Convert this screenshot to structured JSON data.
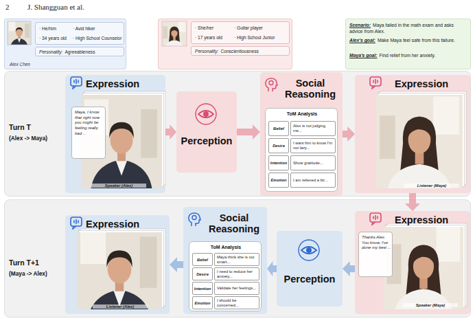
{
  "diagram": {
    "nodes": [
      {
        "text": [
          "Alex Chen"
        ]
      },
      {
        "text": [
          "· He/him",
          "· Avid hiker",
          "· 34 years old",
          "· High School Counselor"
        ],
        "in": 0
      },
      {
        "text": [
          "Personality:",
          "Agreeableness"
        ],
        "in": 0
      },
      {
        "text": [
          "· She/her",
          "· Guitar player",
          "· 17 years old",
          "· High School Junior"
        ]
      },
      {
        "text": [
          "Personality:",
          "Conscientiousness"
        ]
      },
      {
        "text": [
          "Scenario:",
          "Maya failed in the math exam and asks advice from Alex.",
          "Alex's goal:",
          "Make Maya feel safe from this failure.",
          "Maya's goal:",
          "Find relief from her anxiety."
        ]
      },
      {
        "text": [
          "Turn T",
          "(Alex -> Maya)"
        ]
      },
      {
        "text": [
          "Expression",
          "Speaker (Alex)"
        ],
        "in": 6
      },
      {
        "text": [
          "Maya, I know that right now you might be feeling really bad ..."
        ],
        "in": 7
      },
      {
        "text": [
          "Perception"
        ],
        "in": 6
      },
      {
        "text": [
          "Social Reasoning"
        ],
        "in": 6
      },
      {
        "text": [
          "ToM Analysis",
          "Belief",
          "Alex is not judging me...",
          "Desire",
          "I want him to know I'm not lazy...",
          "Intention",
          "Show gratitude...",
          "Emotion",
          "I am relieved a bit .."
        ],
        "in": 10
      },
      {
        "text": [
          "Expression",
          "Listener (Maya)"
        ],
        "in": 6
      },
      {
        "text": [
          "Turn T+1",
          "(Maya -> Alex)"
        ]
      },
      {
        "text": [
          "Expression",
          "Listener (Alex)"
        ],
        "in": 13
      },
      {
        "text": [
          "Social Reasoning"
        ],
        "in": 13
      },
      {
        "text": [
          "ToM Analysis",
          "Belief",
          "Maya think she is not smart...",
          "Desire",
          "I need to reduce her anxiety...",
          "Intention",
          "Validate her feelings...",
          "Emotion",
          "I should be concerned..."
        ],
        "in": 15
      },
      {
        "text": [
          "Perception"
        ],
        "in": 13
      },
      {
        "text": [
          "Expression",
          "Speaker (Maya)"
        ],
        "in": 13
      },
      {
        "text": [
          "Thanks Alex. You know, I've done my best ..."
        ],
        "in": 18
      }
    ],
    "edges": [
      {
        "from": 7,
        "to": 9,
        "arrow": "to"
      },
      {
        "from": 9,
        "to": 10,
        "arrow": "to"
      },
      {
        "from": 10,
        "to": 12,
        "arrow": "to"
      },
      {
        "from": 12,
        "to": 18,
        "arrow": "to"
      },
      {
        "from": 18,
        "to": 17,
        "arrow": "to"
      },
      {
        "from": 17,
        "to": 15,
        "arrow": "to"
      },
      {
        "from": 15,
        "to": 14,
        "arrow": "to"
      }
    ],
    "labels": [
      "2",
      "J. Shangguan et al."
    ]
  }
}
